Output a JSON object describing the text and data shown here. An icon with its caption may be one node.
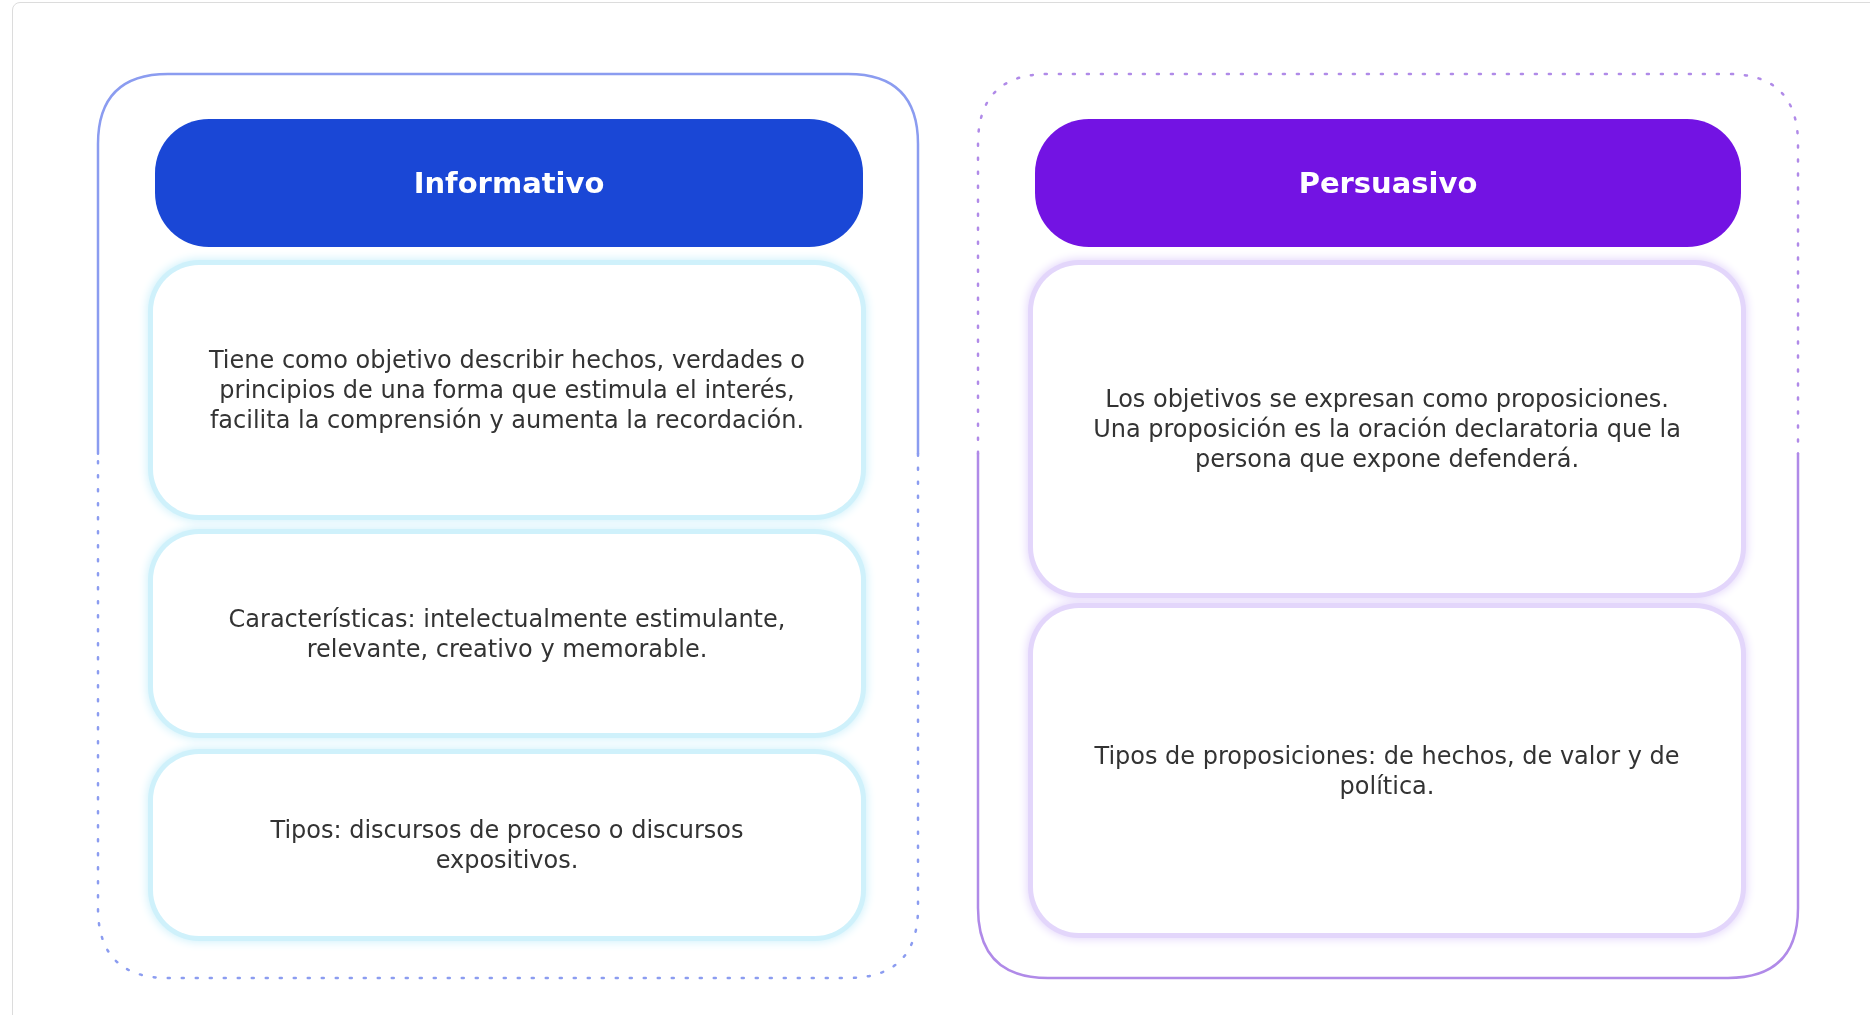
{
  "diagram": {
    "nodes": [
      {
        "text": [],
        "shape": "box"
      },
      {
        "text": [
          "Informativo"
        ],
        "in": 0
      },
      {
        "text": [
          "Tiene como objetivo describir hechos, verdades o principios de una forma que estimula el interés, facilita la comprensión y aumenta la recordación."
        ],
        "in": 0
      },
      {
        "text": [
          "Características: intelectualmente estimulante, relevante, creativo y memorable."
        ],
        "in": 0
      },
      {
        "text": [
          "Tipos: discursos de proceso o discursos expositivos."
        ],
        "in": 0
      },
      {
        "text": [],
        "shape": "box"
      },
      {
        "text": [
          "Persuasivo"
        ],
        "in": 5
      },
      {
        "text": [
          "Los objetivos se expresan como proposiciones. Una proposición es la oración declaratoria que la persona que expone defenderá."
        ],
        "in": 5
      },
      {
        "text": [
          "Tipos de proposiciones: de hechos, de valor y de política."
        ],
        "in": 5
      }
    ]
  }
}
